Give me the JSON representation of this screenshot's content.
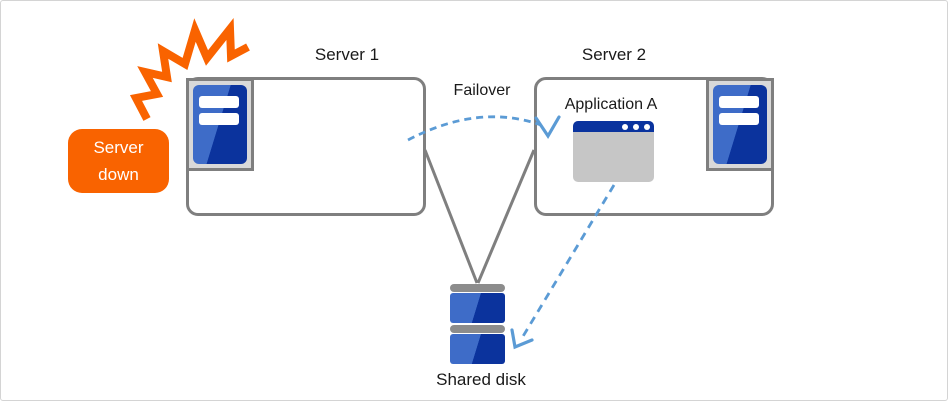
{
  "diagram": {
    "description": "Failover cluster diagram: Server 1 fails, Application A fails over to Server 2, both connected to a shared disk",
    "server1": {
      "label": "Server 1",
      "status": "down"
    },
    "server2": {
      "label": "Server 2",
      "application_label": "Application A"
    },
    "failover_label": "Failover",
    "shared_disk_label": "Shared disk",
    "server_down_badge": {
      "line1": "Server",
      "line2": "down"
    },
    "colors": {
      "alert_orange": "#f96300",
      "arrow_blue": "#5b9bd5",
      "connector_gray": "#7f7f7f",
      "icon_frame_gray": "#d9d9d9",
      "server_blue_light": "#3e6cc8",
      "server_blue_dark": "#0b339d",
      "window_title_blue": "#0a339e",
      "window_body_gray": "#c6c6c6"
    },
    "icons": {
      "explosion": "explosion-icon",
      "server_tower": "server-tower-icon",
      "app_window": "app-window-icon",
      "shared_disk": "shared-disk-icon",
      "failover_arrow": "failover-arrow-icon",
      "app_to_disk_arrow": "app-to-disk-arrow-icon"
    }
  }
}
